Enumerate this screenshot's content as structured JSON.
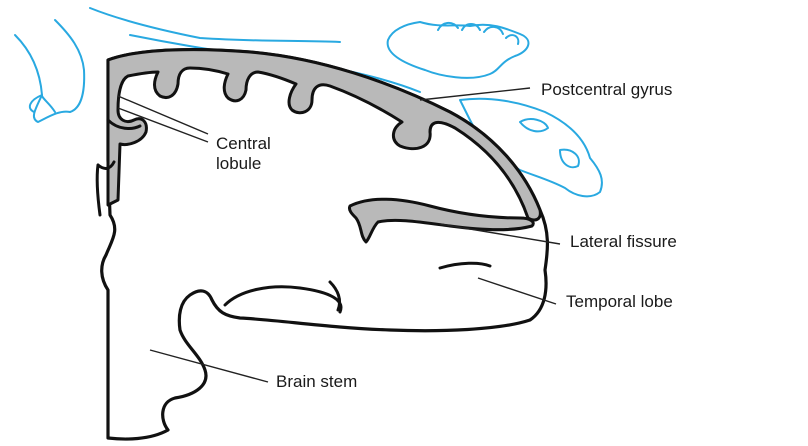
{
  "labels": {
    "postcentral_gyrus": "Postcentral gyrus",
    "central_lobule_line1": "Central",
    "central_lobule_line2": "lobule",
    "lateral_fissure": "Lateral fissure",
    "temporal_lobe": "Temporal lobe",
    "brain_stem": "Brain stem"
  },
  "colors": {
    "outline": "#111111",
    "cortex_fill": "#b9b9b9",
    "homunculus": "#29a9e1"
  }
}
